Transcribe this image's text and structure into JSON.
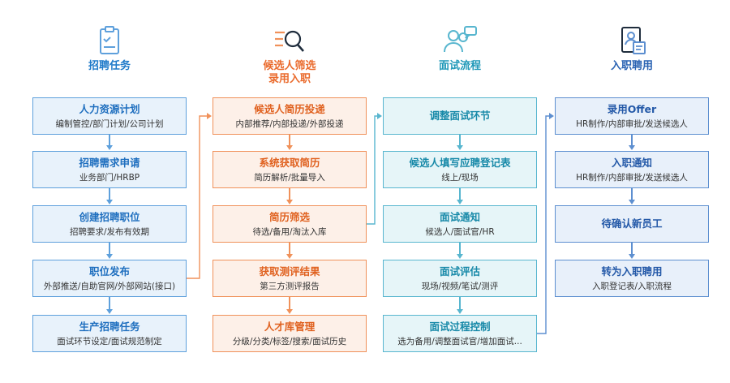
{
  "colors": {
    "blue": "#5ea0dc",
    "orange": "#f0915a",
    "teal": "#58b6cf",
    "navy": "#5d8fd0"
  },
  "columns": [
    {
      "key": "blue",
      "icon": "clipboard-checklist-icon",
      "title": "招聘任务",
      "boxes": [
        {
          "title": "人力资源计划",
          "sub": "编制管控/部门计划/公司计划"
        },
        {
          "title": "招聘需求申请",
          "sub": "业务部门/HRBP"
        },
        {
          "title": "创建招聘职位",
          "sub": "招聘要求/发布有效期"
        },
        {
          "title": "职位发布",
          "sub": "外部推送/自助官网/外部网站(接口)"
        },
        {
          "title": "生产招聘任务",
          "sub": "面试环节设定/面试规范制定"
        }
      ]
    },
    {
      "key": "orange",
      "icon": "search-list-icon",
      "title": "候选人筛选\n录用入职",
      "boxes": [
        {
          "title": "候选人简历投递",
          "sub": "内部推荐/内部投递/外部投递"
        },
        {
          "title": "系统获取简历",
          "sub": "简历解析/批量导入"
        },
        {
          "title": "简历筛选",
          "sub": "待选/备用/淘汰入库"
        },
        {
          "title": "获取测评结果",
          "sub": "第三方测评报告"
        },
        {
          "title": "人才库管理",
          "sub": "分级/分类/标签/搜索/面试历史"
        }
      ]
    },
    {
      "key": "teal",
      "icon": "interview-people-icon",
      "title": "面试流程",
      "boxes": [
        {
          "title": "调整面试环节",
          "sub": ""
        },
        {
          "title": "候选人填写应聘登记表",
          "sub": "线上/现场"
        },
        {
          "title": "面试通知",
          "sub": "候选人/面试官/HR"
        },
        {
          "title": "面试评估",
          "sub": "现场/视频/笔试/测评"
        },
        {
          "title": "面试过程控制",
          "sub": "选为备用/调整面试官/增加面试..."
        }
      ]
    },
    {
      "key": "navy",
      "icon": "id-card-icon",
      "title": "入职聘用",
      "boxes": [
        {
          "title": "录用Offer",
          "sub": "HR制作/内部审批/发送候选人"
        },
        {
          "title": "入职通知",
          "sub": "HR制作/内部审批/发送候选人"
        },
        {
          "title": "待确认新员工",
          "sub": ""
        },
        {
          "title": "转为入职聘用",
          "sub": "入职登记表/入职流程"
        }
      ]
    }
  ]
}
